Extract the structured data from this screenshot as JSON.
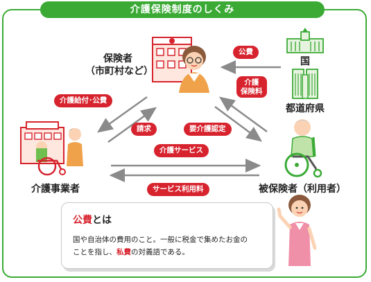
{
  "title": "介護保険制度のしくみ",
  "nodes": {
    "insurer_line1": "保険者",
    "insurer_line2": "（市町村など）",
    "nation": "国",
    "prefecture": "都道府県",
    "provider": "介護事業者",
    "insured": "被保険者（利用者）"
  },
  "flows": {
    "public_funds": "公費",
    "premium_line1": "介護",
    "premium_line2": "保険料",
    "benefits": "介護給付･公費",
    "claim": "請求",
    "certification": "要介護認定",
    "care_service": "介護サービス",
    "service_fee": "サービス利用料"
  },
  "note": {
    "title_red": "公費",
    "title_rest": "とは",
    "body_1": "国や自治体の費用のこと。一般に税金で集めたお金の",
    "body_2": "ことを指し、",
    "body_red": "私費",
    "body_3": "の対義語である。"
  },
  "colors": {
    "frame_green": "#3aaa35",
    "pill_red": "#d7232e",
    "arrow_gray": "#8a8a8a"
  },
  "icons": [
    "city-hall-icon",
    "government-building-icon",
    "office-tower-icon",
    "care-facility-icon",
    "wheelchair-user-icon",
    "staff-woman-icon"
  ]
}
